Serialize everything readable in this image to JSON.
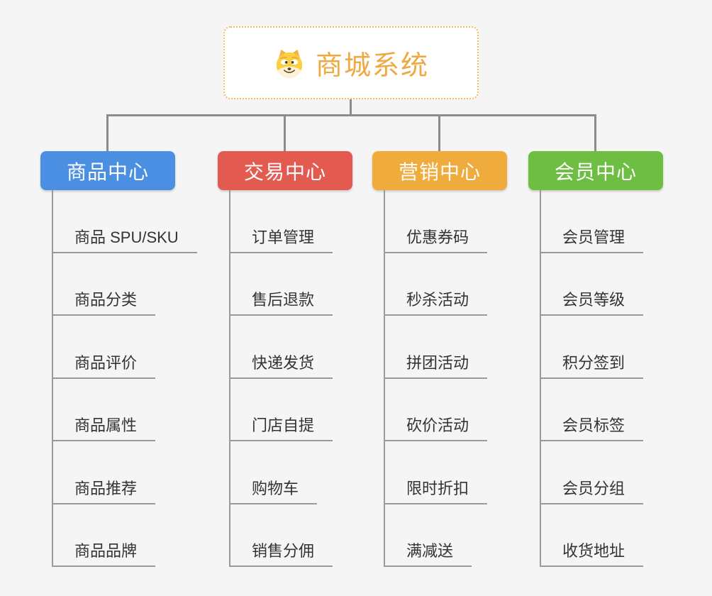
{
  "root": {
    "title": "商城系统",
    "icon": "doge-icon"
  },
  "branches": [
    {
      "label": "商品中心",
      "color": "#4B8FE2",
      "items": [
        "商品 SPU/SKU",
        "商品分类",
        "商品评价",
        "商品属性",
        "商品推荐",
        "商品品牌"
      ]
    },
    {
      "label": "交易中心",
      "color": "#E35A51",
      "items": [
        "订单管理",
        "售后退款",
        "快递发货",
        "门店自提",
        "购物车",
        "销售分佣"
      ]
    },
    {
      "label": "营销中心",
      "color": "#EFAC3C",
      "items": [
        "优惠券码",
        "秒杀活动",
        "拼团活动",
        "砍价活动",
        "限时折扣",
        "满减送"
      ]
    },
    {
      "label": "会员中心",
      "color": "#6FBE44",
      "items": [
        "会员管理",
        "会员等级",
        "积分签到",
        "会员标签",
        "会员分组",
        "收货地址"
      ]
    }
  ],
  "colors": {
    "background": "#F5F5F6",
    "connector_line": "#8C8C8C",
    "item_line": "#999999",
    "item_text": "#333333",
    "root_text": "#F0A840",
    "root_border": "#F2BB66"
  }
}
